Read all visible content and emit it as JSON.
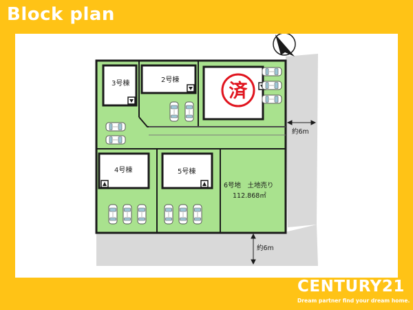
{
  "header": {
    "title": "Block plan"
  },
  "lots": [
    {
      "label": "3号棟"
    },
    {
      "label": "2号棟"
    },
    {
      "label": "済"
    },
    {
      "label": "4号棟"
    },
    {
      "label": "5号棟"
    },
    {
      "label": "6号地　土地売り",
      "area": "112.868㎡"
    }
  ],
  "roads": {
    "upper_width": "約6m",
    "lower_width": "約6m"
  },
  "compass": {
    "north_label": "N"
  },
  "brand": {
    "name": "CENTURY21",
    "tagline": "Dream partner find your dream home."
  },
  "colors": {
    "frame": "#ffc316",
    "lot_fill": "#a9e28e",
    "road": "#d9d9d9",
    "sold_red": "#e0141e",
    "line": "#1a1a1a"
  }
}
